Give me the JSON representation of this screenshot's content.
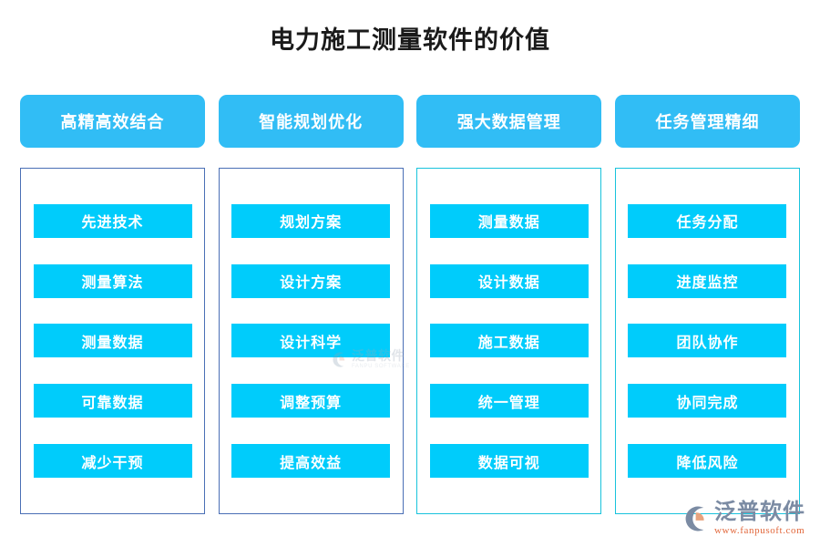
{
  "page": {
    "title": "电力施工测量软件的价值",
    "background_color": "#ffffff",
    "title_color": "#1a1a1a",
    "header_color": "#31bdf5",
    "item_color": "#00ccfb",
    "panel_border_blue": "#4a6fb5",
    "panel_border_teal": "#18c3dc"
  },
  "columns": [
    {
      "header": "高精高效结合",
      "border_style": "blue",
      "items": [
        {
          "label": "先进技术"
        },
        {
          "label": "测量算法"
        },
        {
          "label": "测量数据"
        },
        {
          "label": "可靠数据"
        },
        {
          "label": "减少干预"
        }
      ]
    },
    {
      "header": "智能规划优化",
      "border_style": "blue",
      "items": [
        {
          "label": "规划方案"
        },
        {
          "label": "设计方案"
        },
        {
          "label": "设计科学"
        },
        {
          "label": "调整预算"
        },
        {
          "label": "提高效益"
        }
      ]
    },
    {
      "header": "强大数据管理",
      "border_style": "teal",
      "items": [
        {
          "label": "测量数据"
        },
        {
          "label": "设计数据"
        },
        {
          "label": "施工数据"
        },
        {
          "label": "统一管理"
        },
        {
          "label": "数据可视"
        }
      ]
    },
    {
      "header": "任务管理精细",
      "border_style": "teal",
      "items": [
        {
          "label": "任务分配"
        },
        {
          "label": "进度监控"
        },
        {
          "label": "团队协作"
        },
        {
          "label": "协同完成"
        },
        {
          "label": "降低风险"
        }
      ]
    }
  ],
  "watermark": {
    "name_cn": "泛普软件",
    "name_en": "FANPU SOFTWARE",
    "icon": "fanpu-logo-icon"
  },
  "brand": {
    "name_cn": "泛普软件",
    "url": "www.fanpusoft.com",
    "icon": "fanpu-logo-icon",
    "text_color": "#7b8ba3",
    "url_color": "#e2683c"
  }
}
